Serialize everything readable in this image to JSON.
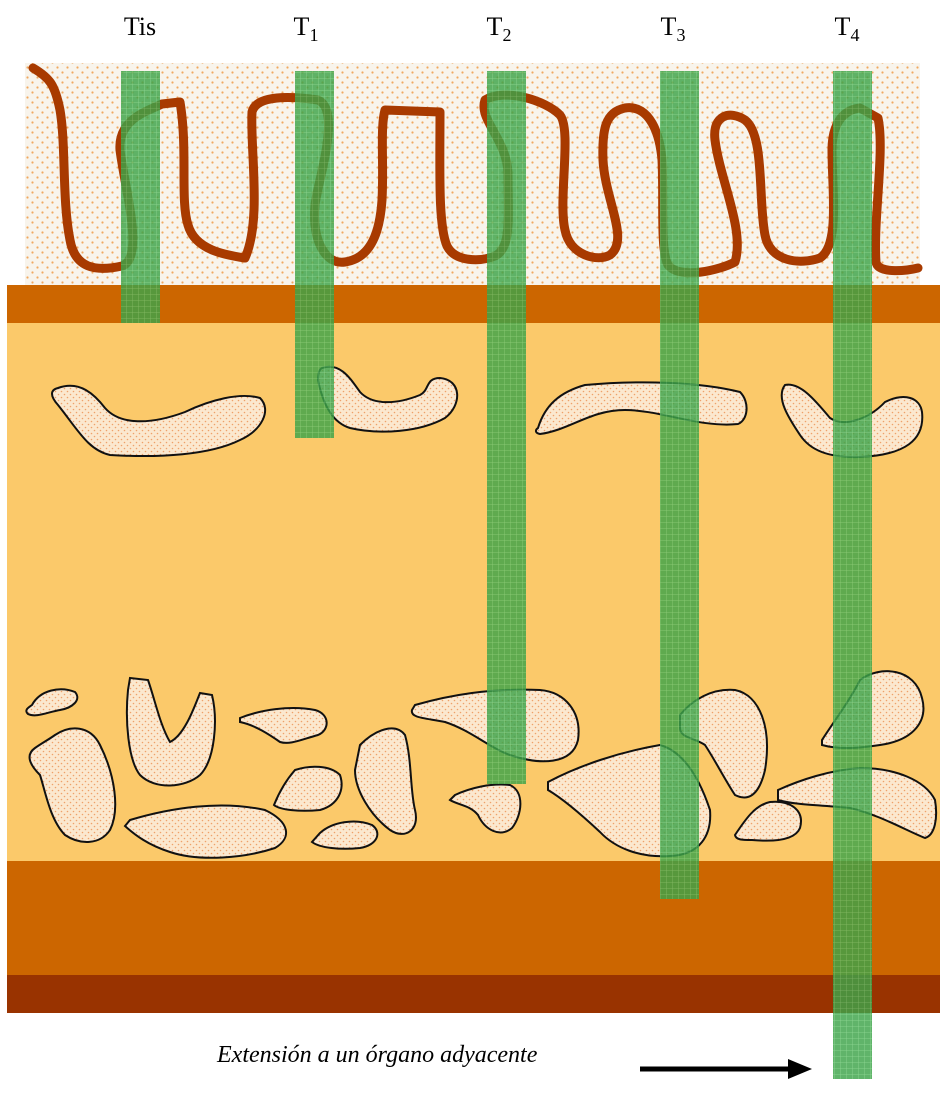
{
  "stages": [
    {
      "id": "tis",
      "label": "Tis",
      "sub": ""
    },
    {
      "id": "t1",
      "label": "T",
      "sub": "1"
    },
    {
      "id": "t2",
      "label": "T",
      "sub": "2"
    },
    {
      "id": "t3",
      "label": "T",
      "sub": "3"
    },
    {
      "id": "t4",
      "label": "T",
      "sub": "4"
    }
  ],
  "caption": "Extensión a un órgano adyacente",
  "colors": {
    "mucosa_background": "#f7f2e8",
    "mucosa_dots": "#f0a860",
    "mucosa_line": "#a83a00",
    "muscularis_mucosae": "#cc6600",
    "submucosa": "#fbc96a",
    "muscularis_propria": "#cc6600",
    "serosa": "#993300",
    "gland_fill": "#fbe9d0",
    "gland_dots": "#f2a870",
    "tumor": "#2f9a3a",
    "arrow": "#000000"
  }
}
